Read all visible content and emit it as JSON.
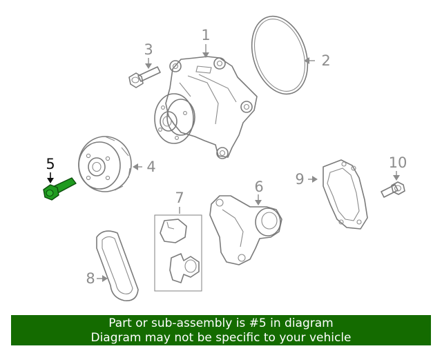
{
  "callouts": [
    {
      "id": "1",
      "label": "1",
      "highlighted": false
    },
    {
      "id": "2",
      "label": "2",
      "highlighted": false
    },
    {
      "id": "3",
      "label": "3",
      "highlighted": false
    },
    {
      "id": "4",
      "label": "4",
      "highlighted": false
    },
    {
      "id": "5",
      "label": "5",
      "highlighted": true
    },
    {
      "id": "6",
      "label": "6",
      "highlighted": false
    },
    {
      "id": "7",
      "label": "7",
      "highlighted": false
    },
    {
      "id": "8",
      "label": "8",
      "highlighted": false
    },
    {
      "id": "9",
      "label": "9",
      "highlighted": false
    },
    {
      "id": "10",
      "label": "10",
      "highlighted": false
    }
  ],
  "banner": {
    "line1": "Part or sub-assembly is #5 in diagram",
    "line2": "Diagram may not be specific to your vehicle"
  },
  "colors": {
    "banner_bg": "#146b00",
    "banner_text": "#ffffff",
    "highlight_part": "#1f9a1f",
    "line_art": "#7a7a7a"
  }
}
